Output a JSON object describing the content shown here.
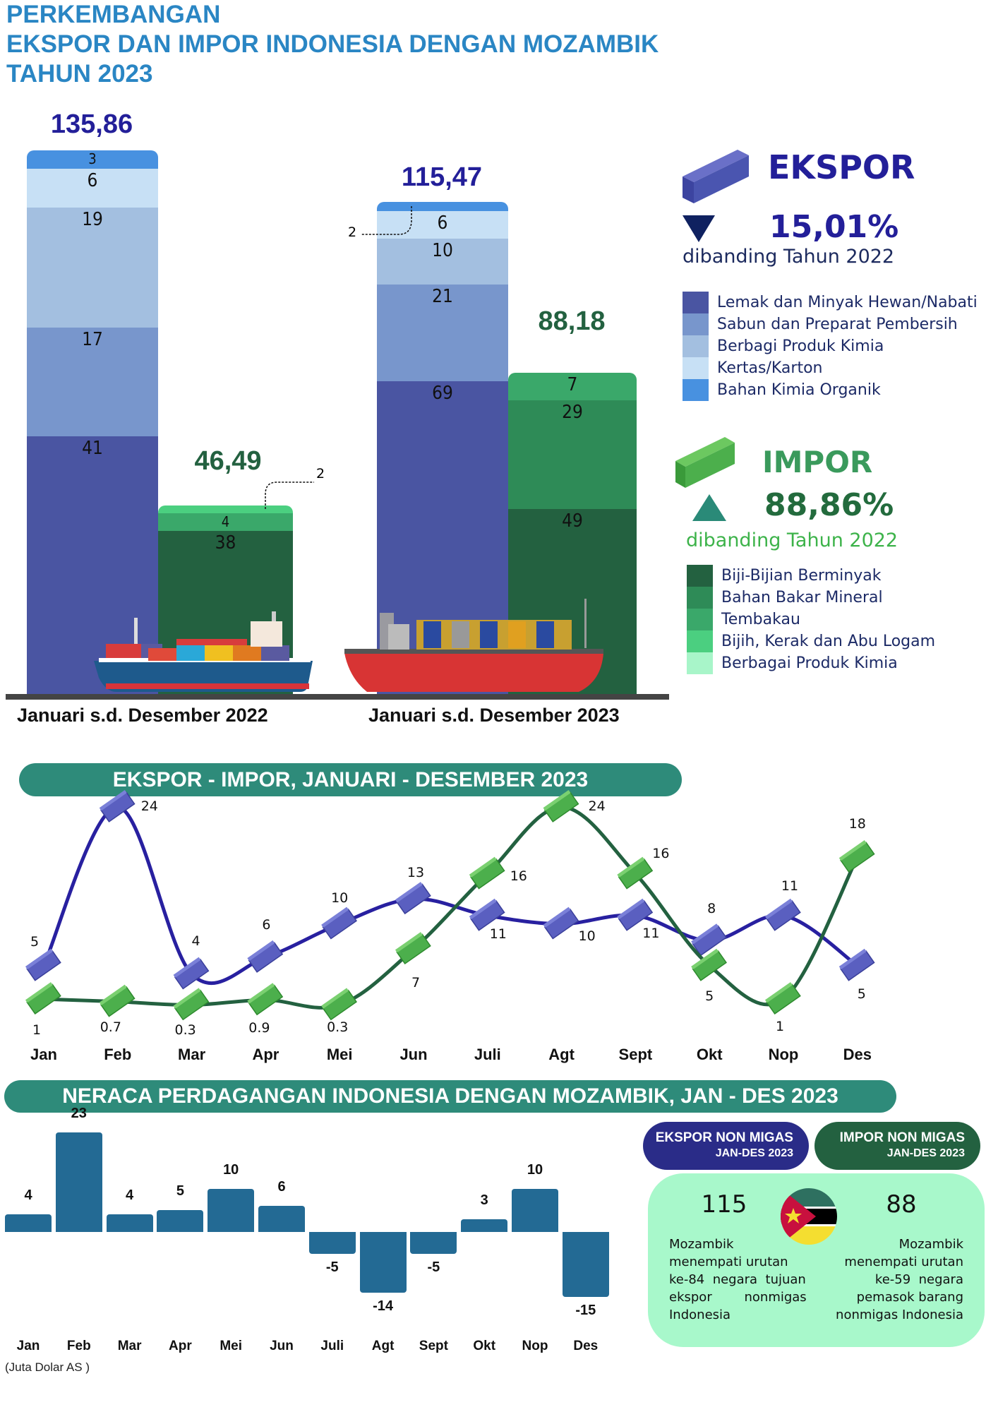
{
  "title": {
    "line1": "PERKEMBANGAN",
    "line2": "EKSPOR DAN IMPOR INDONESIA DENGAN MOZAMBIK",
    "line3": "TAHUN 2023"
  },
  "colors": {
    "title": "#2a86c4",
    "export_dark": "#231f99",
    "import_dark": "#236140",
    "header_teal": "#2e8b7a",
    "neraca_bar": "#236a94"
  },
  "summary": {
    "ekspor": {
      "label": "EKSPOR",
      "change": "15,01%",
      "direction": "down",
      "compare": "dibanding Tahun 2022"
    },
    "impor": {
      "label": "IMPOR",
      "change": "88,86%",
      "direction": "up",
      "compare": "dibanding Tahun 2022"
    }
  },
  "legend": {
    "ekspor": [
      {
        "label": "Lemak dan Minyak Hewan/Nabati",
        "color": "#4a55a2"
      },
      {
        "label": "Sabun dan Preparat Pembersih",
        "color": "#7896cc"
      },
      {
        "label": "Berbagi Produk Kimia",
        "color": "#a3bfe0"
      },
      {
        "label": "Kertas/Karton",
        "color": "#c7e0f5"
      },
      {
        "label": "Bahan Kimia Organik",
        "color": "#4891e0"
      }
    ],
    "impor": [
      {
        "label": "Biji-Bijian Berminyak",
        "color": "#236140"
      },
      {
        "label": "Bahan Bakar Mineral",
        "color": "#2e8b57"
      },
      {
        "label": "Tembakau",
        "color": "#3aa86a"
      },
      {
        "label": "Bijih, Kerak dan Abu Logam",
        "color": "#4bcf80"
      },
      {
        "label": "Berbagai Produk Kimia",
        "color": "#a8f5c9"
      }
    ]
  },
  "chart_data": [
    {
      "type": "bar",
      "stacked": true,
      "title": "Ekspor dan Impor Indonesia dengan Mozambik",
      "categories": [
        "Januari s.d. Desember 2022",
        "Januari s.d. Desember 2023"
      ],
      "bars": [
        {
          "period": "2022",
          "flow": "ekspor",
          "total": "135,86",
          "segments": [
            {
              "value": "41"
            },
            {
              "value": "17"
            },
            {
              "value": "19"
            },
            {
              "value": "6"
            },
            {
              "value": "3"
            }
          ]
        },
        {
          "period": "2022",
          "flow": "impor",
          "total": "46,49",
          "segments": [
            {
              "value": "38"
            },
            {
              "value": "4"
            },
            {
              "value": "2"
            }
          ]
        },
        {
          "period": "2023",
          "flow": "ekspor",
          "total": "115,47",
          "segments": [
            {
              "value": "69"
            },
            {
              "value": "21"
            },
            {
              "value": "10"
            },
            {
              "value": "6"
            },
            {
              "value": "2"
            }
          ]
        },
        {
          "period": "2023",
          "flow": "impor",
          "total": "88,18",
          "segments": [
            {
              "value": "49"
            },
            {
              "value": "29"
            },
            {
              "value": "7"
            }
          ]
        }
      ]
    },
    {
      "type": "line",
      "title": "EKSPOR - IMPOR, JANUARI - DESEMBER 2023",
      "categories": [
        "Jan",
        "Feb",
        "Mar",
        "Apr",
        "Mei",
        "Jun",
        "Juli",
        "Agt",
        "Sept",
        "Okt",
        "Nop",
        "Des"
      ],
      "series": [
        {
          "name": "Ekspor",
          "color": "#2820a0",
          "values": [
            5,
            24,
            4,
            6,
            10,
            13,
            11,
            10,
            11,
            8,
            11,
            5
          ],
          "labels": [
            "5",
            "24",
            "4",
            "6",
            "10",
            "13",
            "11",
            "10",
            "11",
            "8",
            "11",
            "5"
          ]
        },
        {
          "name": "Impor",
          "color": "#236140",
          "values": [
            1,
            0.7,
            0.3,
            0.9,
            0.3,
            7,
            16,
            24,
            16,
            5,
            1,
            18
          ],
          "labels": [
            "1",
            "0.7",
            "0.3",
            "0.9",
            "0.3",
            "7",
            "16",
            "24",
            "16",
            "5",
            "1",
            "18"
          ]
        }
      ]
    },
    {
      "type": "bar",
      "title": "NERACA PERDAGANGAN INDONESIA DENGAN MOZAMBIK, JAN - DES 2023",
      "unit": "(Juta Dolar AS  )",
      "categories": [
        "Jan",
        "Feb",
        "Mar",
        "Apr",
        "Mei",
        "Jun",
        "Juli",
        "Agt",
        "Sept",
        "Okt",
        "Nop",
        "Des"
      ],
      "values": [
        4,
        23,
        4,
        5,
        10,
        6,
        -5,
        -14,
        -5,
        3,
        10,
        -15
      ],
      "labels": [
        "4",
        "23",
        "4",
        "5",
        "10",
        "6",
        "-5",
        "-14",
        "-5",
        "3",
        "10",
        "-15"
      ]
    }
  ],
  "nonmigas": {
    "ekspor": {
      "title": "EKSPOR NON MIGAS",
      "period": "JAN-DES 2023",
      "value": "115",
      "lines": [
        "Mozambik",
        "menempati urutan",
        "ke-84  negara  tujuan",
        "ekspor        nonmigas",
        "Indonesia"
      ]
    },
    "impor": {
      "title": "IMPOR NON MIGAS",
      "period": "JAN-DES 2023",
      "value": "88",
      "lines": [
        "Mozambik",
        "menempati urutan",
        "ke-59  negara",
        "pemasok barang",
        "nonmigas Indonesia"
      ]
    }
  }
}
